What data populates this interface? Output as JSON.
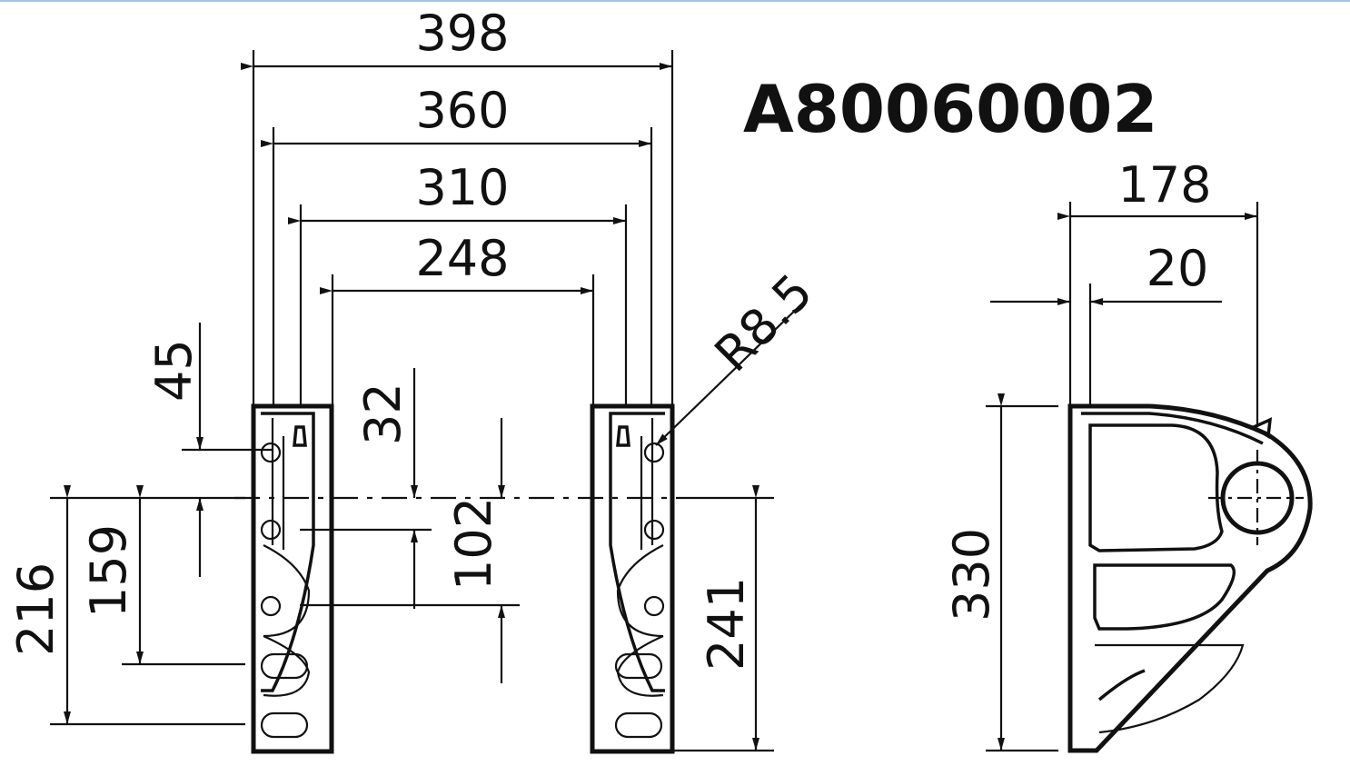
{
  "part_number": "A80060002",
  "dimensions": {
    "w398": "398",
    "w360": "360",
    "w310": "310",
    "w248": "248",
    "radius": "R8.5",
    "h45": "45",
    "h32": "32",
    "h102": "102",
    "h216": "216",
    "h159": "159",
    "h241": "241",
    "side_178": "178",
    "side_20": "20",
    "side_330": "330"
  }
}
